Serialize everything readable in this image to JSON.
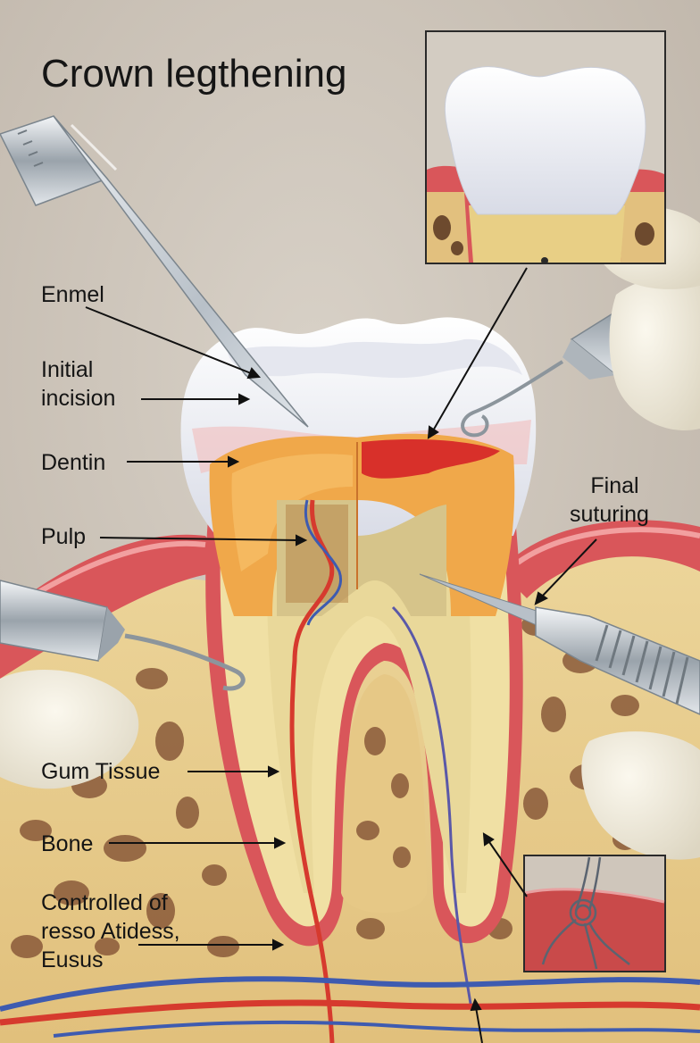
{
  "title": "Crown legthening",
  "labels": {
    "enamel": "Enmel",
    "initial_incision": [
      "Initial",
      "incision"
    ],
    "dentin": "Dentin",
    "pulp": "Pulp",
    "final_suturing": [
      "Final",
      "suturing"
    ],
    "gum_tissue": "Gum Tissue",
    "bone": "Bone",
    "controlled": [
      "Controlled of",
      "resso Atidess,",
      "Eusus"
    ]
  },
  "insets": [
    "reshaped-crown-view",
    "suture-knot-view"
  ],
  "colors": {
    "background": "#cfc6bb",
    "enamel": "#f2f2f6",
    "dentin": "#f0a84a",
    "pulp": "#e9d89a",
    "gum": "#d9565a",
    "bone": "#e8cc8c",
    "artery": "#d63a2e",
    "vein": "#3e5bb0"
  }
}
